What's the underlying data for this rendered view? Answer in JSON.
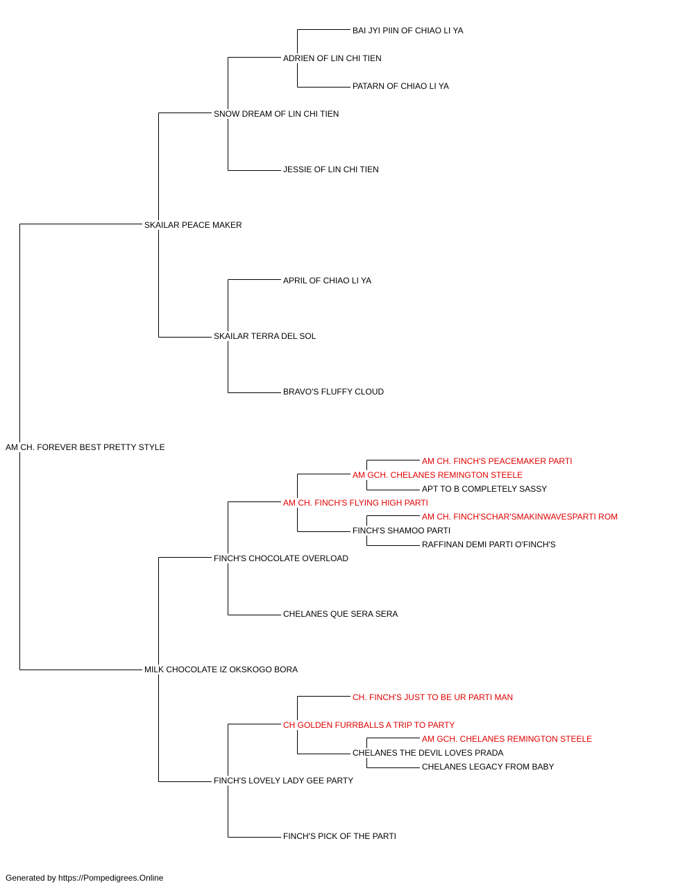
{
  "pedigree": {
    "subject": {
      "name": "AM CH. FOREVER BEST PRETTY STYLE",
      "titled": false
    },
    "sire": {
      "name": "SKAILAR PEACE MAKER",
      "titled": false
    },
    "dam": {
      "name": "MILK CHOCOLATE IZ OKSKOGO BORA",
      "titled": false
    },
    "sire_sire": {
      "name": "SNOW DREAM OF LIN CHI TIEN",
      "titled": false
    },
    "sire_dam": {
      "name": "SKAILAR TERRA DEL SOL",
      "titled": false
    },
    "dam_sire": {
      "name": "FINCH'S CHOCOLATE OVERLOAD",
      "titled": false
    },
    "dam_dam": {
      "name": "FINCH'S LOVELY LADY GEE PARTY",
      "titled": false
    },
    "ss_sire": {
      "name": "ADRIEN OF LIN CHI TIEN",
      "titled": false
    },
    "ss_dam": {
      "name": "JESSIE OF LIN CHI TIEN",
      "titled": false
    },
    "sd_sire": {
      "name": "APRIL OF CHIAO LI YA",
      "titled": false
    },
    "sd_dam": {
      "name": "BRAVO'S FLUFFY CLOUD",
      "titled": false
    },
    "ds_sire": {
      "name": "AM CH. FINCH'S FLYING HIGH PARTI",
      "titled": true
    },
    "ds_dam": {
      "name": "CHELANES QUE SERA SERA",
      "titled": false
    },
    "dd_sire": {
      "name": "CH GOLDEN FURRBALLS A TRIP TO PARTY",
      "titled": true
    },
    "dd_dam": {
      "name": "FINCH'S PICK OF THE PARTI",
      "titled": false
    },
    "sss_sire": {
      "name": "BAI JYI PIIN OF CHIAO LI YA",
      "titled": false
    },
    "sss_dam": {
      "name": "PATARN OF CHIAO LI YA",
      "titled": false
    },
    "dss_sire": {
      "name": "AM GCH. CHELANES REMINGTON STEELE",
      "titled": true
    },
    "dss_dam": {
      "name": "FINCH'S SHAMOO PARTI",
      "titled": false
    },
    "dds_sire": {
      "name": "CH. FINCH'S JUST TO BE UR PARTI MAN",
      "titled": true
    },
    "dds_dam": {
      "name": "CHELANES THE DEVIL LOVES PRADA",
      "titled": false
    },
    "dsss_sire": {
      "name": "AM CH. FINCH'S PEACEMAKER PARTI",
      "titled": true
    },
    "dsss_dam": {
      "name": "APT TO B COMPLETELY SASSY",
      "titled": false
    },
    "dssd_sire": {
      "name": "AM CH. FINCH'SCHAR'SMAKINWAVESPARTI ROM",
      "titled": true
    },
    "dssd_dam": {
      "name": "RAFFINAN DEMI PARTI O'FINCH'S",
      "titled": false
    },
    "ddsd_sire": {
      "name": "AM GCH. CHELANES REMINGTON STEELE",
      "titled": true
    },
    "ddsd_dam": {
      "name": "CHELANES LEGACY FROM BABY",
      "titled": false
    }
  },
  "colors": {
    "titled": "#e00000",
    "default": "#000000",
    "line": "#000000"
  },
  "footer": "Generated by https://Pompedigrees.Online"
}
